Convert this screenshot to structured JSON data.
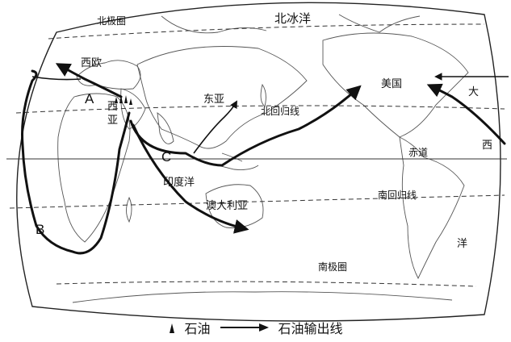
{
  "map": {
    "oceans": {
      "arctic": "北冰洋",
      "indian": "印度洋",
      "atlantic_top": "大",
      "atlantic_mid": "西",
      "atlantic_bottom": "洋"
    },
    "regions": {
      "western_europe": "西欧",
      "west_asia_1": "西",
      "west_asia_2": "亚",
      "east_asia": "东亚",
      "australia": "澳大利亚",
      "usa": "美国"
    },
    "lines": {
      "arctic_circle": "北极圈",
      "tropic_cancer": "北回归线",
      "equator": "赤道",
      "tropic_capricorn": "南回归线",
      "antarctic_circle": "南极圈"
    },
    "route_letters": {
      "a": "A",
      "b": "B",
      "c": "C"
    }
  },
  "legend": {
    "oil_label": "石油",
    "route_label": "石油输出线",
    "oil_icon": "oil-derrick-icon",
    "route_icon": "arrow-line-icon"
  }
}
